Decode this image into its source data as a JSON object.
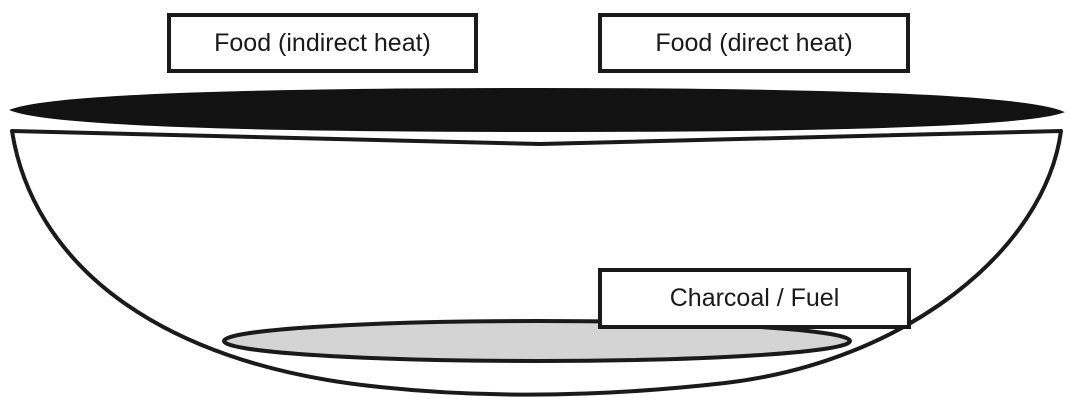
{
  "diagram": {
    "labels": {
      "food_indirect": "Food (indirect heat)",
      "food_direct": "Food (direct heat)",
      "fuel": "Charcoal / Fuel"
    },
    "colors": {
      "outline": "#1a1a1a",
      "grill_grate": "#121212",
      "fuel_fill": "#d4d4d4",
      "background": "#ffffff"
    }
  }
}
